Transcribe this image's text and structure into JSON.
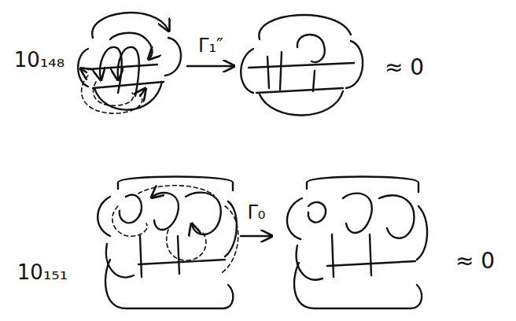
{
  "diagram": {
    "labels": [
      "10₁₄₈",
      "Γ₁″",
      "≈ 0",
      "10₁₅₁",
      "Γ₀",
      "≈ 0"
    ]
  }
}
